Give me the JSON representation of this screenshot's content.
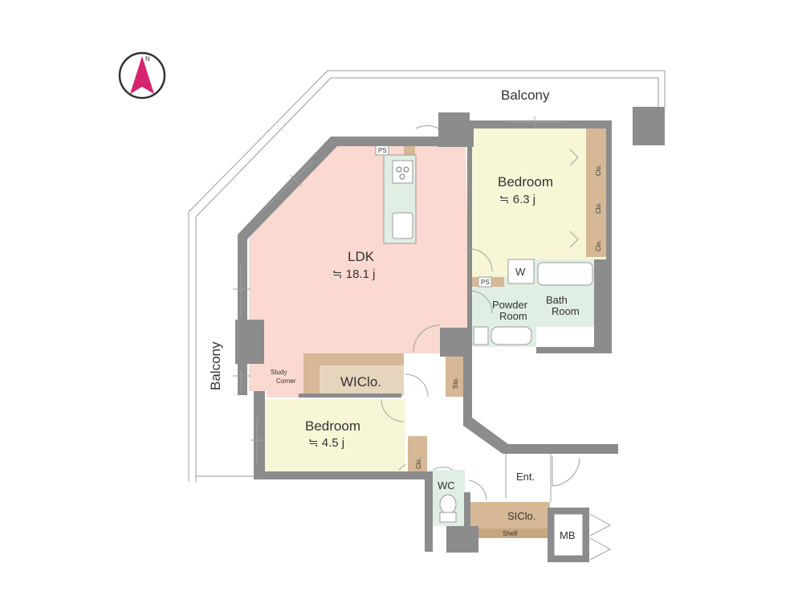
{
  "compass": {
    "north_label": "N",
    "icon": "north-arrow-icon"
  },
  "balconies": {
    "top": "Balcony",
    "left": "Balcony"
  },
  "rooms": {
    "ldk": {
      "name": "LDK",
      "area": "≒ 18.1 j"
    },
    "bedroom_top": {
      "name": "Bedroom",
      "area": "≒ 6.3 j"
    },
    "bedroom_bottom": {
      "name": "Bedroom",
      "area": "≒ 4.5 j"
    },
    "powder_room": {
      "line1": "Powder",
      "line2": "Room"
    },
    "bath_room": {
      "line1": "Bath",
      "line2": "Room"
    },
    "wiclo": "WIClo.",
    "siclo": "SIClo.",
    "shelf": "Shelf",
    "study_corner": {
      "line1": "Study",
      "line2": "Corner"
    },
    "wc": "WC",
    "ent": "Ent.",
    "mb": "MB",
    "sto": "Sto.",
    "w": "W",
    "clo": [
      "Clo.",
      "Clo.",
      "Clo.",
      "Clo."
    ],
    "ps": [
      "PS",
      "PS"
    ]
  },
  "colors": {
    "ldk": "#f9d9d0",
    "bedroom": "#f7f7d8",
    "wet": "#e0eee3",
    "storage": "#d6b896",
    "wall": "#8c8c8c",
    "compass": "#d6246e"
  }
}
